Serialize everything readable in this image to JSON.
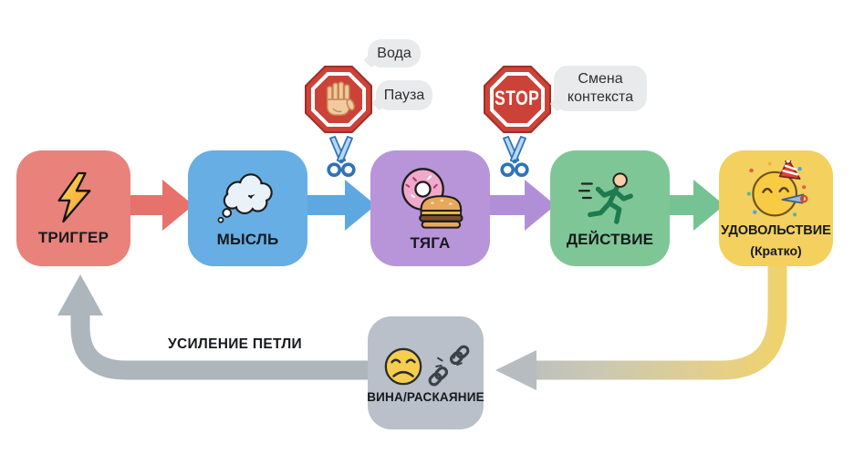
{
  "diagram": {
    "background": "#ffffff",
    "flow": {
      "boxes": [
        {
          "label": "ТРИГГЕР",
          "color": "#E8827B",
          "icon": "lightning-icon"
        },
        {
          "label": "МЫСЛЬ",
          "color": "#66AEE3",
          "icon": "thought-cloud-icon"
        },
        {
          "label": "ТЯГА",
          "color": "#B795D8",
          "icon": "donut-burger-icon"
        },
        {
          "label": "ДЕЙСТВИЕ",
          "color": "#7FC697",
          "icon": "runner-icon"
        },
        {
          "label": "УДОВОЛЬСТВИЕ",
          "sublabel": "(Кратко)",
          "color": "#F4D05E",
          "icon": "party-face-icon"
        }
      ],
      "arrows": [
        {
          "color": "#E7726B"
        },
        {
          "color": "#5EA8E2"
        },
        {
          "color": "#B18FD6"
        },
        {
          "color": "#75C392"
        }
      ],
      "guilt_box": {
        "label": "ВИНА/РАСКАЯНИЕ",
        "color": "#B9C0C9",
        "icons": [
          "sad-face-icon",
          "broken-chain-icon"
        ]
      },
      "loop": {
        "label": "УСИЛЕНИЕ ПЕТЛИ",
        "left_color": "#ADB5BD",
        "grad": [
          "#B7BCC1",
          "#C9C8B4",
          "#DFCE94",
          "#EFD26E"
        ]
      }
    },
    "interventions": {
      "stop_hand": {
        "icon": "stop-hand-icon",
        "bubbles": [
          {
            "text": "Вода"
          },
          {
            "text": "Пауза"
          }
        ]
      },
      "stop_sign": {
        "icon": "stop-sign-icon",
        "sign_text": "STOP",
        "bubble": {
          "text": "Смена контекста"
        }
      },
      "cut_icon": "scissors-icon"
    }
  }
}
